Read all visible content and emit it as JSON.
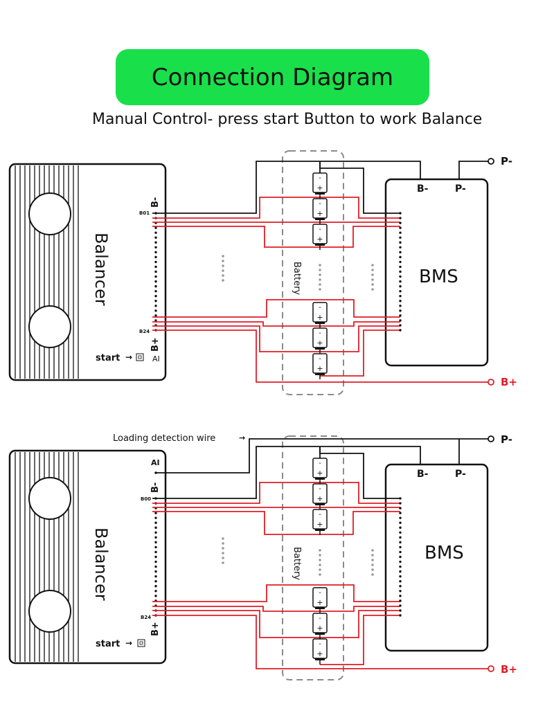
{
  "header": {
    "title": "Connection Diagram",
    "subtitle": "Manual Control- press start Button to work Balance"
  },
  "colors": {
    "title_badge": "#19e04a",
    "wire_red": "#e01d25",
    "wire_black": "#111111",
    "dashed_box": "#8a8a8a"
  },
  "diagrams": [
    {
      "balancer": {
        "name": "Balancer",
        "b_minus": "B-",
        "b_plus": "B+",
        "first_pin": "B01",
        "last_pin": "B24",
        "start_label": "start",
        "ai_label": "AI"
      },
      "battery": {
        "label": "Battery",
        "cell_minus": "-",
        "cell_plus": "+"
      },
      "bms": {
        "name": "BMS",
        "b_minus": "B-",
        "p_minus": "P-"
      },
      "terminals": {
        "p_minus": "P-",
        "b_plus": "B+"
      }
    },
    {
      "annotation": "Loading detection wire",
      "balancer": {
        "name": "Balancer",
        "ai_label": "AI",
        "b_minus": "B-",
        "b_plus": "B+",
        "first_pin": "B00",
        "last_pin": "B24",
        "start_label": "start"
      },
      "battery": {
        "label": "Battery",
        "cell_minus": "-",
        "cell_plus": "+"
      },
      "bms": {
        "name": "BMS",
        "b_minus": "B-",
        "p_minus": "P-"
      },
      "terminals": {
        "p_minus": "P-",
        "b_plus": "B+"
      }
    }
  ]
}
